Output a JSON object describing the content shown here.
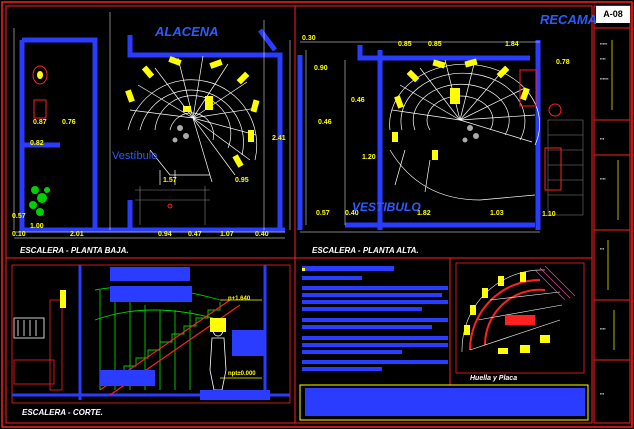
{
  "sheet": {
    "code": "A-08",
    "background": "#000000",
    "colors": {
      "frame": "#ff2020",
      "walls": "#2a3cff",
      "stair": "#ffffff",
      "accent": "#ffff00",
      "plants": "#00e000",
      "dims": "#ffff00"
    }
  },
  "views": {
    "plan_low": {
      "caption": "ESCALERA - PLANTA BAJA.",
      "room_top": "ALACENA",
      "room_mid": "Vestíbulo"
    },
    "plan_high": {
      "caption": "ESCALERA - PLANTA ALTA.",
      "room_top": "RECAMA",
      "room_bottom": "VESTIBULO"
    },
    "section": {
      "caption": "ESCALERA - CORTE.",
      "level_top": "n+1.640",
      "level_bottom": "npt±0.000"
    },
    "detail": {
      "caption": "Huella y Placa"
    }
  },
  "dims_low": [
    "0.82",
    "0.87",
    "0.76",
    "1.00",
    "0.57",
    "0.10",
    "2.01",
    "0.94",
    "0.47",
    "1.07",
    "0.40",
    "1.57",
    "0.95",
    "2.41"
  ],
  "dims_high": [
    "0.30",
    "0.85",
    "0.85",
    "1.84",
    "0.78",
    "0.46",
    "0.46",
    "1.20",
    "0.57",
    "1.82",
    "1.03",
    "0.40",
    "0.90",
    "1.10"
  ]
}
